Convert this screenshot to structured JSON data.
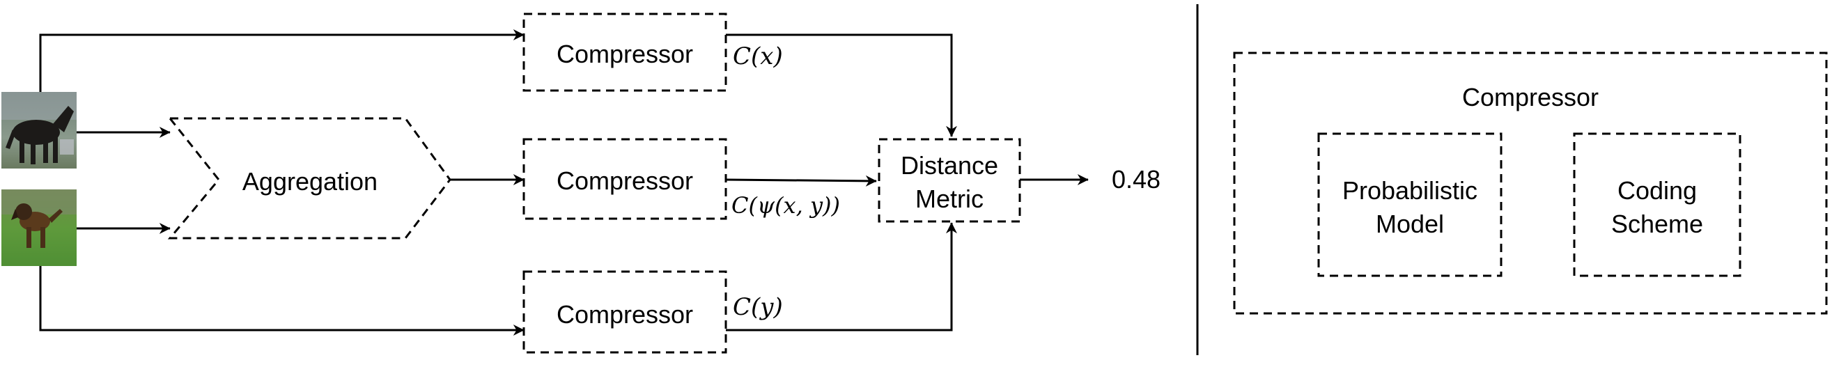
{
  "diagram": {
    "images": [
      {
        "name": "image-x-thumbnail",
        "subject": "horse",
        "alt": "horse"
      },
      {
        "name": "image-y-thumbnail",
        "subject": "dog",
        "alt": "dog"
      }
    ],
    "aggregation": {
      "label": "Aggregation"
    },
    "compressor_top": {
      "label": "Compressor",
      "output": "C(x)"
    },
    "compressor_middle": {
      "label": "Compressor",
      "output": "C(ψ(x, y))"
    },
    "compressor_bottom": {
      "label": "Compressor",
      "output": "C(y)"
    },
    "distance_metric": {
      "label_line1": "Distance",
      "label_line2": "Metric"
    },
    "result": {
      "value": "0.48"
    },
    "compressor_detail": {
      "title": "Compressor",
      "probabilistic_model": {
        "line1": "Probabilistic",
        "line2": "Model"
      },
      "coding_scheme": {
        "line1": "Coding",
        "line2": "Scheme"
      }
    }
  }
}
